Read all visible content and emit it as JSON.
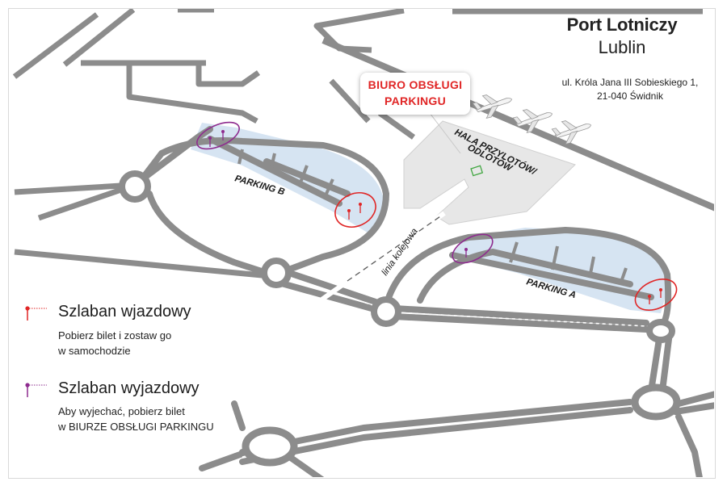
{
  "header": {
    "title_line1": "Port Lotniczy",
    "title_line2": "Lublin",
    "address_line1": "ul. Króla Jana III Sobieskiego 1,",
    "address_line2": "21-040 Świdnik"
  },
  "callout": {
    "line1": "BIURO OBSŁUGI",
    "line2": "PARKINGU"
  },
  "map_labels": {
    "terminal_line1": "HALA PRZYLOTÓW/",
    "terminal_line2": "ODLOTÓW",
    "parking_b": "PARKING B",
    "parking_a": "PARKING A",
    "railway": "linia kolejowa"
  },
  "legend": {
    "entry": {
      "title": "Szlaban wjazdowy",
      "line1": "Pobierz bilet i zostaw go",
      "line2": "w samochodzie",
      "color": "#e02626"
    },
    "exit": {
      "title": "Szlaban wyjazdowy",
      "line1": "Aby wyjechać, pobierz bilet",
      "line2": "w BIURZE OBSŁUGI PARKINGU",
      "color": "#8e2c8f"
    }
  },
  "colors": {
    "road": "#8c8c8c",
    "parking_fill": "#d6e4f2",
    "terminal": "#e7e7e7"
  }
}
